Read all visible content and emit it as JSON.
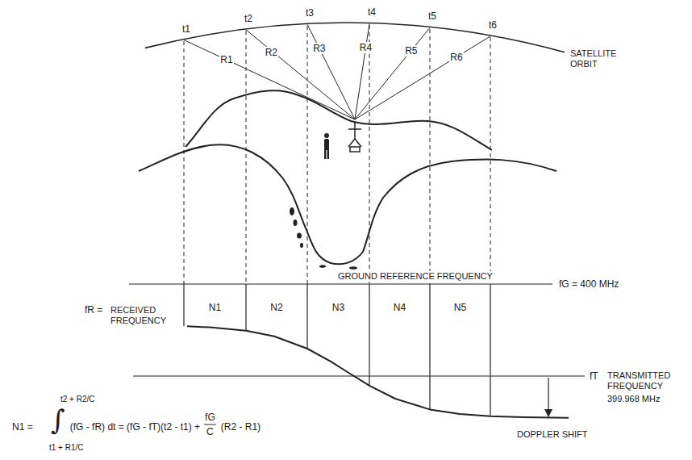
{
  "diagram": {
    "labels": [
      "t1",
      "t2",
      "t3",
      "t4",
      "t5",
      "t6",
      "R1",
      "R2",
      "R3",
      "R4",
      "R5",
      "R6",
      "SATELLITE ORBIT",
      "GROUND REFERENCE FREQUENCY",
      "fG = 400 MHz",
      "N1",
      "N2",
      "N3",
      "N4",
      "N5",
      "fR =",
      "RECEIVED FREQUENCY",
      "fT",
      "TRANSMITTED FREQUENCY",
      "399.968 MHz",
      "DOPPLER SHIFT",
      "N1 =",
      "∫",
      "t2 + R2/C",
      "t1 + R1/C",
      "(fG - fR) dt = (fG - fT)(t2 - t1) +",
      "fG",
      "C",
      "(R2 - R1)"
    ]
  }
}
